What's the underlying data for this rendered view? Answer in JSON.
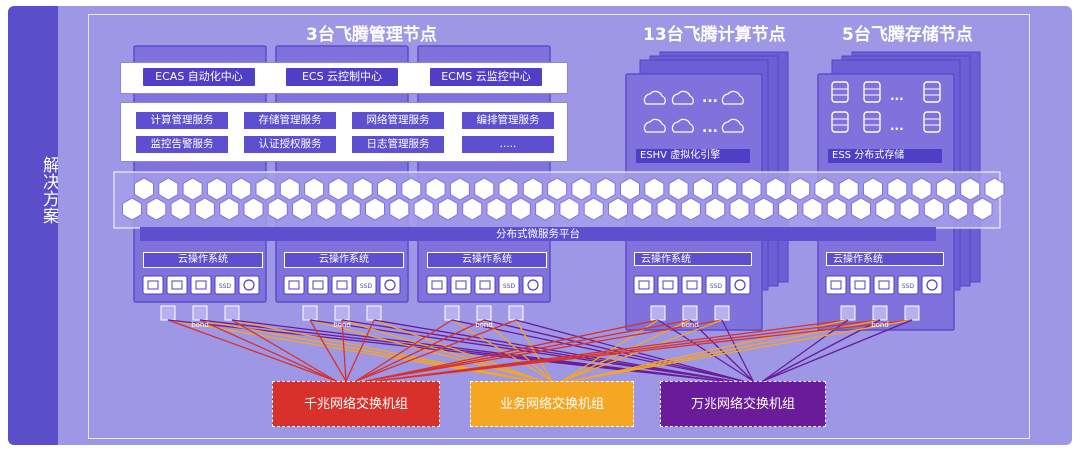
{
  "side_label": "解决方案",
  "headers": {
    "mgmt": "3台飞腾管理节点",
    "compute": "13台飞腾计算节点",
    "storage": "5台飞腾存储节点"
  },
  "centers": [
    "ECAS 自动化中心",
    "ECS 云控制中心",
    "ECMS 云监控中心"
  ],
  "services": [
    "计算管理服务",
    "存储管理服务",
    "网络管理服务",
    "编排管理服务",
    "监控告警服务",
    "认证授权服务",
    "日志管理服务",
    "....."
  ],
  "compute_engine": "ESHV 虚拟化引擎",
  "storage_engine": "ESS 分布式存储",
  "microservice_platform": "分布式微服务平台",
  "cloud_os": "云操作系统",
  "hw_icons": [
    "cpu-icon",
    "memory-icon",
    "nic-icon",
    "ssd-icon",
    "disk-icon"
  ],
  "ssd_text": "SSD",
  "dots": "...",
  "bond": "bond",
  "switches": [
    "千兆网络交换机组",
    "业务网络交换机组",
    "万兆网络交换机组"
  ],
  "colors": {
    "side": "#5b4ecb",
    "background": "#9e97e6",
    "node": "#7f72dc",
    "accent": "#4f3fc6",
    "switch_gigabit": "#d8302a",
    "switch_business": "#f5a623",
    "switch_10g": "#6a1b9a"
  }
}
